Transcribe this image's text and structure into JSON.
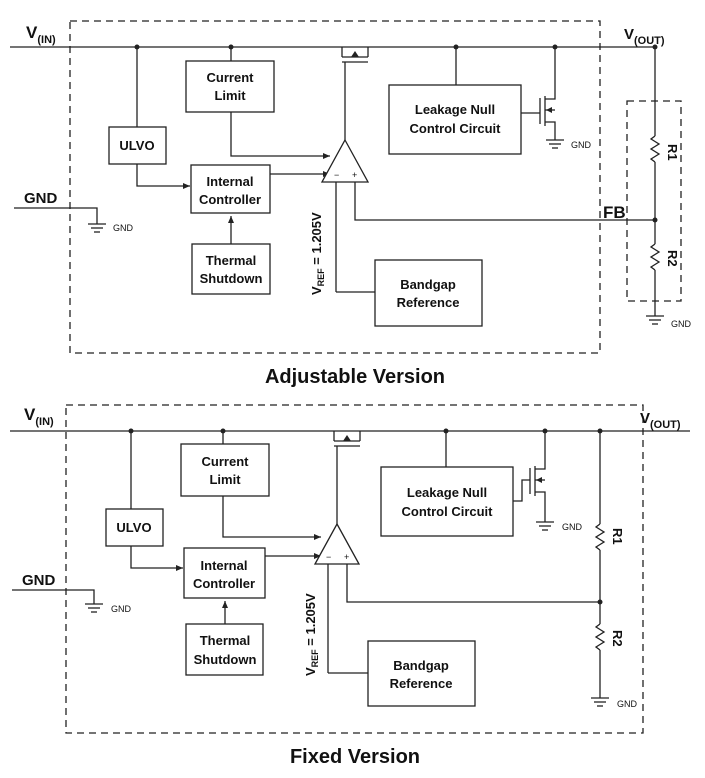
{
  "pins": {
    "vin_main": "V",
    "vin_sub": "(IN)",
    "vout_main": "V",
    "vout_sub": "(OUT)",
    "gnd": "GND",
    "fb": "FB",
    "gnd_small": "GND"
  },
  "blocks": {
    "current_limit": [
      "Current",
      "Limit"
    ],
    "ulvo": "ULVO",
    "internal_controller": [
      "Internal",
      "Controller"
    ],
    "thermal_shutdown": [
      "Thermal",
      "Shutdown"
    ],
    "leakage_null": [
      "Leakage Null",
      "Control Circuit"
    ],
    "bandgap": [
      "Bandgap",
      "Reference"
    ],
    "vref_main": "V",
    "vref_sub": "REF",
    "vref_value": " = 1.205V"
  },
  "resistors": {
    "r1": "R1",
    "r2": "R2"
  },
  "amp": {
    "minus": "−",
    "plus": "+"
  },
  "captions": {
    "adjustable": "Adjustable Version",
    "fixed": "Fixed Version"
  }
}
